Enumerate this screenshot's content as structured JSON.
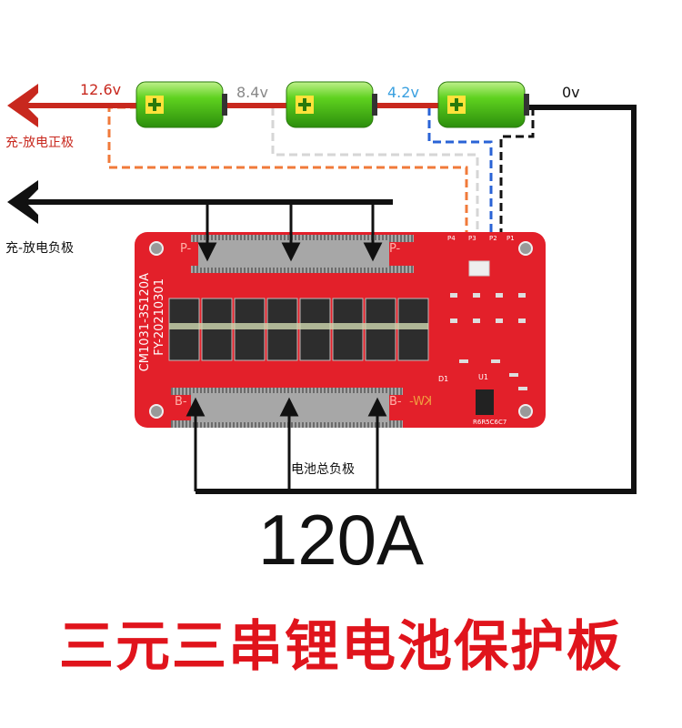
{
  "voltages": {
    "v1": "12.6v",
    "v2": "8.4v",
    "v3": "4.2v",
    "v0": "0v"
  },
  "labels": {
    "positive": "充-放电正极",
    "negative": "充-放电负极",
    "battery_negative": "电池总负极"
  },
  "current_rating": "120A",
  "product_title": "三元三串锂电池保护板",
  "pcb": {
    "model": "CM1031-3S120A",
    "date_code": "FY-20210301",
    "p_minus": "P-",
    "b_minus": "B-",
    "brand": "KW-",
    "pins": [
      "P4",
      "P3",
      "P2",
      "P1"
    ],
    "u1": "U1",
    "d1": "D1",
    "parts": "R6R5C6C7"
  },
  "colors": {
    "positive_wire": "#c8281e",
    "pcb": "#e3202a",
    "battery": "#4cc41a",
    "title": "#e0141c",
    "blue_wire": "#2a63d6",
    "orange_wire": "#f07a3a"
  }
}
